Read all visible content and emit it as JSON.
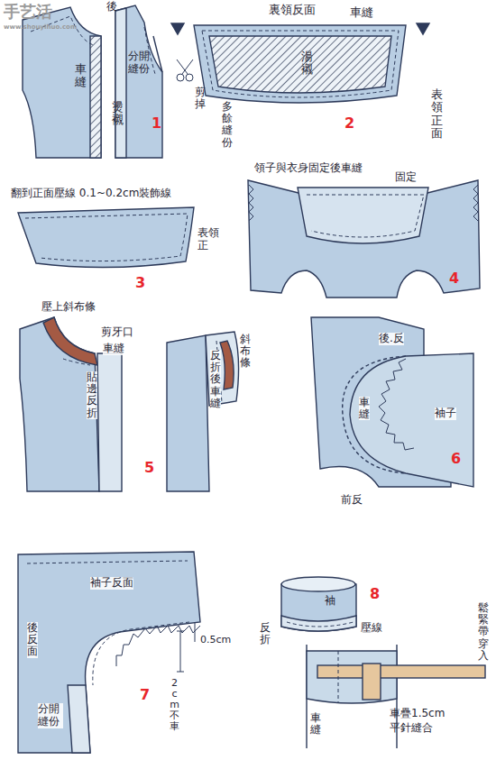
{
  "diagram": {
    "labels": [
      "手艺活",
      "www.shouyihuo.com",
      "後",
      "車縫",
      "分開縫份",
      "燙襯",
      "1",
      "裏領反面",
      "車縫",
      "湯襯",
      "表領正面",
      "剪掉",
      "多餘縫份",
      "2",
      "翻到正面壓線 0.1~0.2cm裝飾線",
      "表領正",
      "3",
      "領子與衣身固定後車縫",
      "固定",
      "4",
      "壓上斜布條",
      "剪牙口",
      "車縫",
      "貼邊反折",
      "斜布條",
      "反折後車縫",
      "5",
      "後.反",
      "車縫",
      "袖子",
      "前反",
      "6",
      "袖子反面",
      "0.5cm",
      "2cm不車",
      "後反面",
      "分開縫份",
      "7",
      "袖",
      "壓線",
      "反折",
      "8",
      "鬆緊帶穿入",
      "車疊1.5cm",
      "平針縫合",
      "車縫"
    ]
  }
}
